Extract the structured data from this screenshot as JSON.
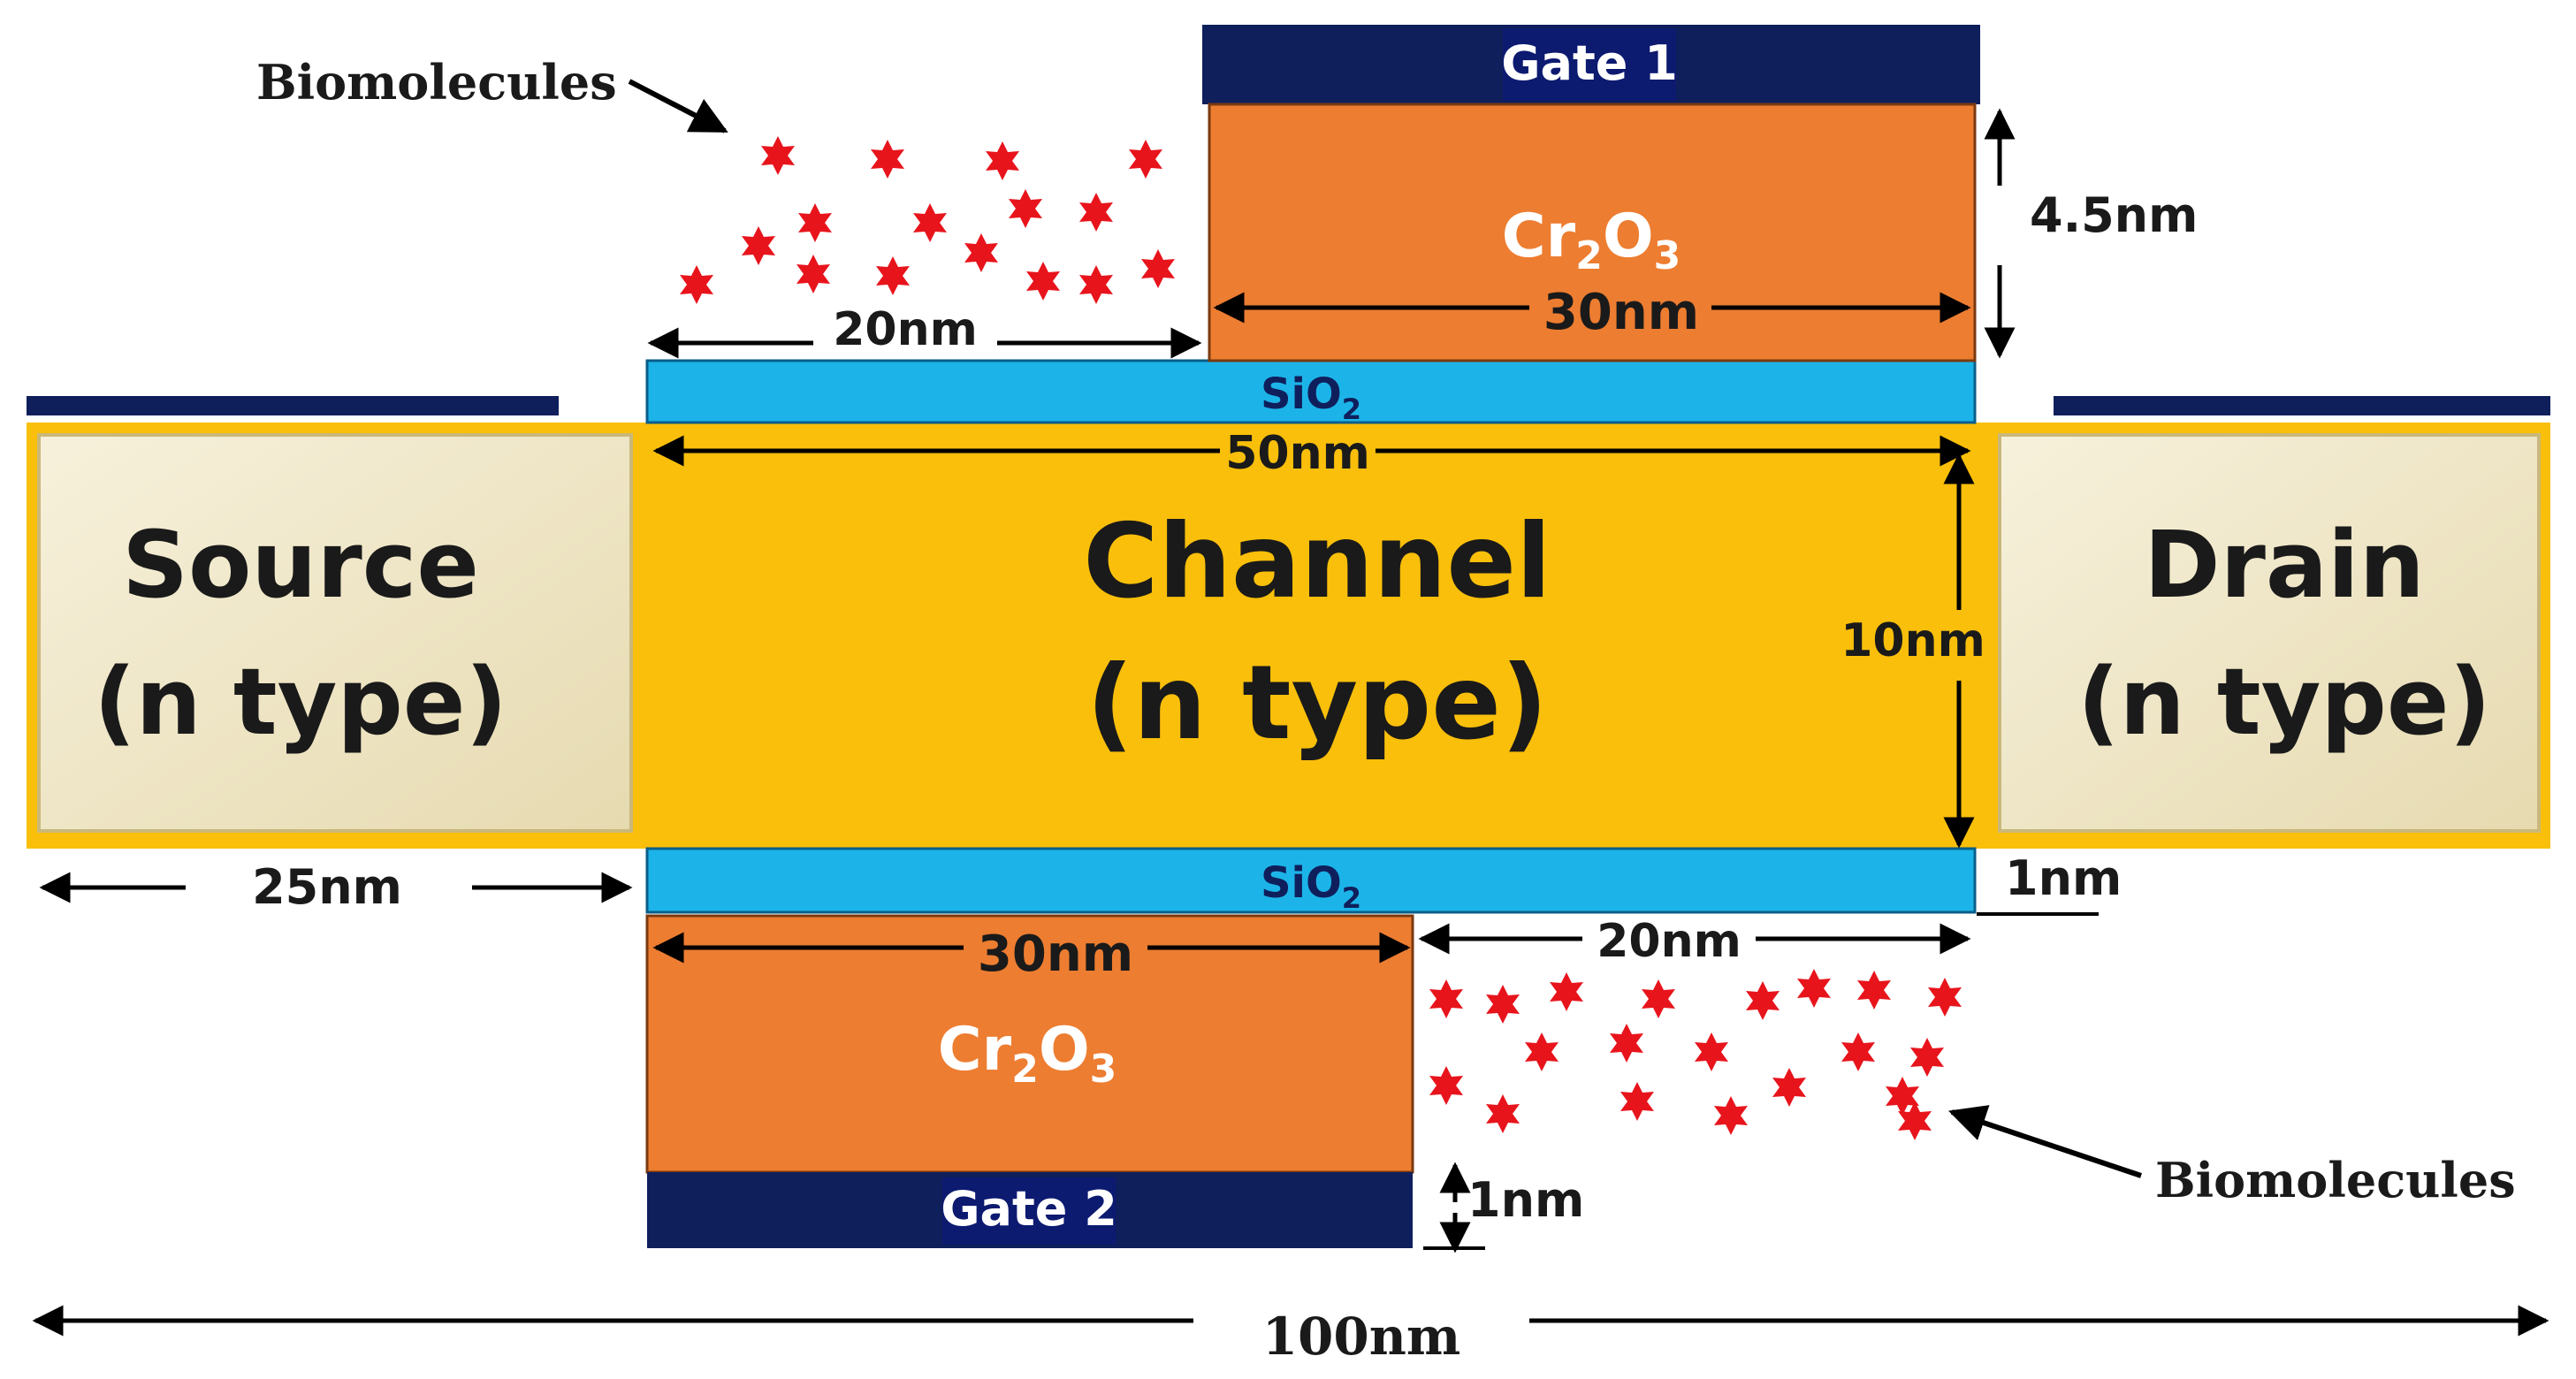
{
  "regions": {
    "source": {
      "line1": "Source",
      "line2": "(n type)"
    },
    "channel": {
      "line1": "Channel",
      "line2": "(n type)"
    },
    "drain": {
      "line1": "Drain",
      "line2": "(n type)"
    }
  },
  "gates": {
    "gate1": "Gate 1",
    "gate2": "Gate 2"
  },
  "dielectric": {
    "top": {
      "base": "Cr",
      "sub1": "2",
      "mid": "O",
      "sub2": "3"
    },
    "bottom": {
      "base": "Cr",
      "sub1": "2",
      "mid": "O",
      "sub2": "3"
    }
  },
  "oxide": {
    "top": {
      "base": "SiO",
      "sub": "2"
    },
    "bottom": {
      "base": "SiO",
      "sub": "2"
    }
  },
  "labels": {
    "biomolecules_top": "Biomolecules",
    "biomolecules_bottom": "Biomolecules"
  },
  "dimensions": {
    "cavity_top": "20nm",
    "dielectric_top_width": "30nm",
    "dielectric_top_height": "4.5nm",
    "channel_length": "50nm",
    "channel_thickness": "10nm",
    "oxide_thickness": "1nm",
    "source_length": "25nm",
    "dielectric_bottom_width": "30nm",
    "cavity_bottom": "20nm",
    "gate_thickness": "1nm",
    "total_length": "100nm"
  },
  "colors": {
    "gate": "#0f1f5c",
    "dielectric": "#ed7d31",
    "oxide": "#1cb4e8",
    "channel": "#f9bf0a",
    "contact": "#efe6c6",
    "biomolecule": "#e8141c",
    "text_dark": "#1a1a1a",
    "text_light": "#ffffff"
  }
}
